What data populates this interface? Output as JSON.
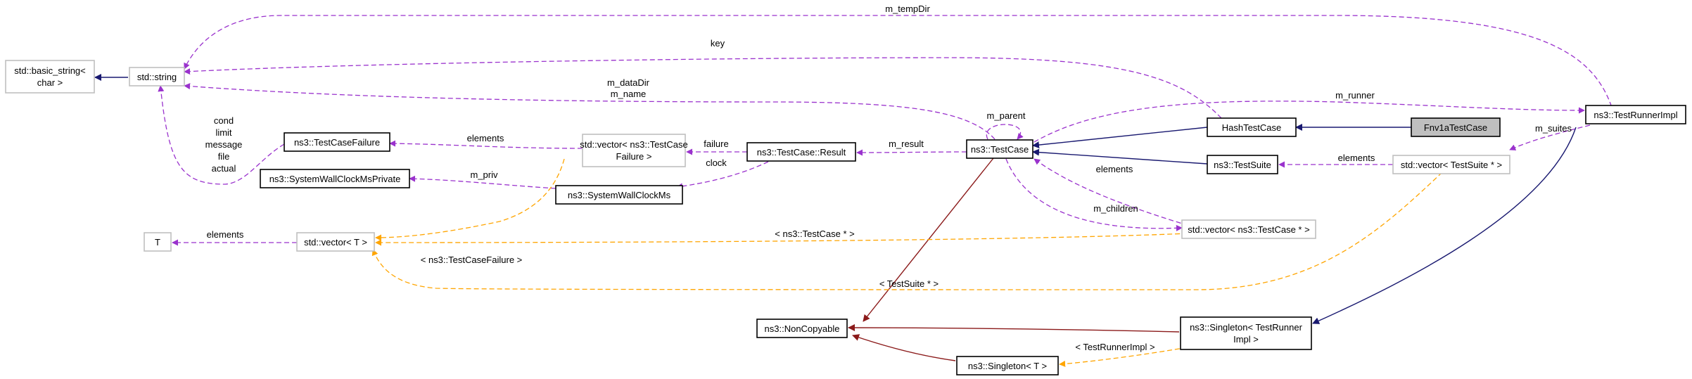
{
  "colors": {
    "usage": "#9a32cd",
    "template": "#ffa500",
    "inherit": "#191970",
    "private_inherit": "#8b1a1a",
    "focus_fill": "#bfbfbf",
    "light_border": "#bfbfbf"
  },
  "nodes": {
    "basic_string": [
      "std::basic_string<",
      "char >"
    ],
    "std_string": [
      "std::string"
    ],
    "test_case_failure": [
      "ns3::TestCaseFailure"
    ],
    "wallclock_private": [
      "ns3::SystemWallClockMsPrivate"
    ],
    "t": [
      "T"
    ],
    "vector_t": [
      "std::vector< T >"
    ],
    "vector_failure": [
      "std::vector< ns3::TestCase",
      "Failure >"
    ],
    "wallclock": [
      "ns3::SystemWallClockMs"
    ],
    "result": [
      "ns3::TestCase::Result"
    ],
    "test_case": [
      "ns3::TestCase"
    ],
    "hash_test_case": [
      "HashTestCase"
    ],
    "fnv1a_test_case": [
      "Fnv1aTestCase"
    ],
    "test_suite": [
      "ns3::TestSuite"
    ],
    "vector_testcase": [
      "std::vector< ns3::TestCase * >"
    ],
    "vector_testsuite": [
      "std::vector< TestSuite * >"
    ],
    "test_runner_impl": [
      "ns3::TestRunnerImpl"
    ],
    "noncopyable": [
      "ns3::NonCopyable"
    ],
    "singleton_runner": [
      "ns3::Singleton< TestRunner",
      "Impl >"
    ],
    "singleton_t": [
      "ns3::Singleton< T >"
    ]
  },
  "edge_labels": {
    "m_tempDir": [
      "m_tempDir"
    ],
    "key": [
      "key"
    ],
    "m_dataDir_name": [
      "m_dataDir",
      "m_name"
    ],
    "failure_fields": [
      "cond",
      "limit",
      "message",
      "file",
      "actual"
    ],
    "elements_failure": [
      "elements"
    ],
    "m_priv": [
      "m_priv"
    ],
    "tpl_testcasefailure": [
      "< ns3::TestCaseFailure >"
    ],
    "elements_t": [
      "elements"
    ],
    "failure": [
      "failure"
    ],
    "clock": [
      "clock"
    ],
    "m_result": [
      "m_result"
    ],
    "m_parent": [
      "m_parent"
    ],
    "m_runner": [
      "m_runner"
    ],
    "elements_testcase": [
      "elements"
    ],
    "m_children": [
      "m_children"
    ],
    "tpl_testcase_ptr": [
      "< ns3::TestCase * >"
    ],
    "m_suites": [
      "m_suites"
    ],
    "elements_testsuite": [
      "elements"
    ],
    "tpl_testsuite_ptr": [
      "< TestSuite * >"
    ],
    "tpl_testrunnerimpl": [
      "< TestRunnerImpl >"
    ]
  }
}
